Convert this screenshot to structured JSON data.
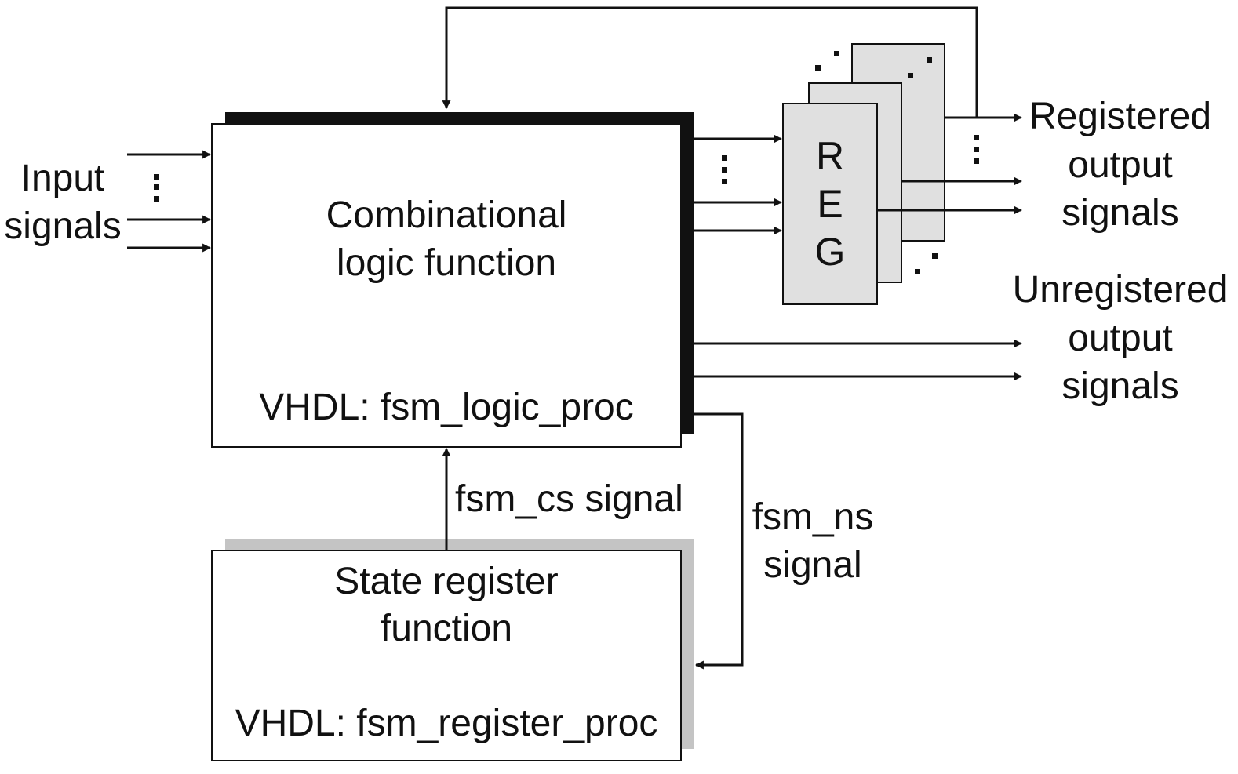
{
  "input_signals": {
    "line1": "Input",
    "line2": "signals"
  },
  "combinational_block": {
    "line1": "Combinational",
    "line2": "logic function",
    "vhdl": "VHDL: fsm_logic_proc"
  },
  "state_register_block": {
    "line1": "State register",
    "line2": "function",
    "vhdl": "VHDL: fsm_register_proc"
  },
  "register_bank": {
    "letters": [
      "R",
      "E",
      "G"
    ]
  },
  "registered_outputs": {
    "line1": "Registered",
    "line2": "output",
    "line3": "signals"
  },
  "unregistered_outputs": {
    "line1": "Unregistered",
    "line2": "output",
    "line3": "signals"
  },
  "fsm_cs": {
    "label": "fsm_cs signal"
  },
  "fsm_ns": {
    "line1": "fsm_ns",
    "line2": "signal"
  },
  "colors": {
    "line": "#111111",
    "register_fill": "#e0e0e0",
    "state_shadow": "#c4c4c4"
  }
}
